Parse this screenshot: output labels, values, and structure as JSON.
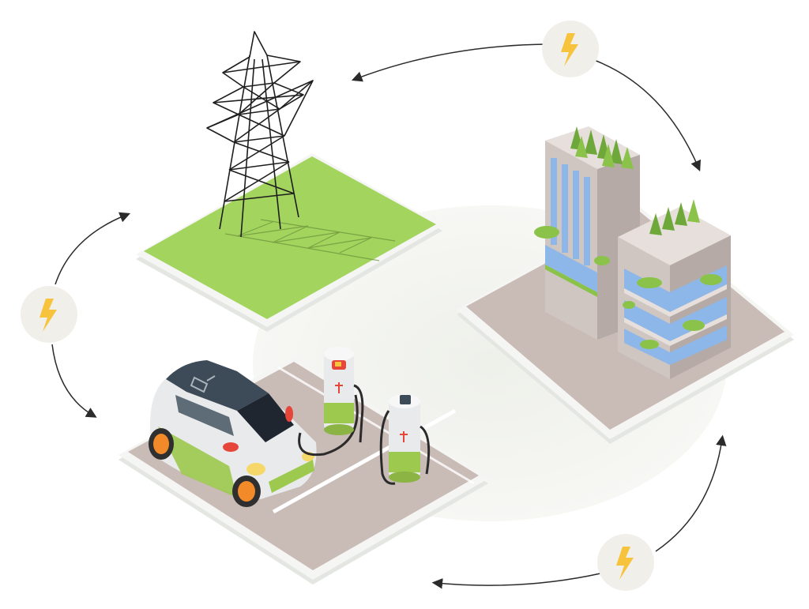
{
  "diagram": {
    "type": "cycle",
    "nodes": [
      {
        "id": "power-grid",
        "icon": "transmission-tower-icon"
      },
      {
        "id": "smart-buildings",
        "icon": "green-building-icon"
      },
      {
        "id": "ev-charging",
        "icon": "electric-car-icon"
      }
    ],
    "flows": [
      {
        "from": "smart-buildings",
        "to": "power-grid",
        "badge_icon": "lightning-bolt-icon"
      },
      {
        "from": "power-grid",
        "to": "ev-charging",
        "badge_icon": "lightning-bolt-icon"
      },
      {
        "from": "ev-charging",
        "to": "smart-buildings",
        "badge_icon": "lightning-bolt-icon"
      }
    ]
  },
  "colors": {
    "grass": "#a2d45e",
    "grass_dark": "#8fc24c",
    "pavement": "#c9bbb6",
    "tile_edge": "#eeeeee",
    "building_wall": "#d3cac6",
    "building_shadow": "#b5aaa6",
    "window_blue": "#8db7e8",
    "accent_green": "#8bc34a",
    "car_body": "#e9eaeb",
    "car_roof": "#3d4a57",
    "car_accent": "#9cc94e",
    "wheel_orange": "#f28a2a",
    "charger_red": "#e6453a",
    "bolt_yellow": "#f7c23c",
    "badge_bg": "#f1efe9",
    "arrow": "#2b2b2b",
    "halo": "#f3f4ef"
  }
}
